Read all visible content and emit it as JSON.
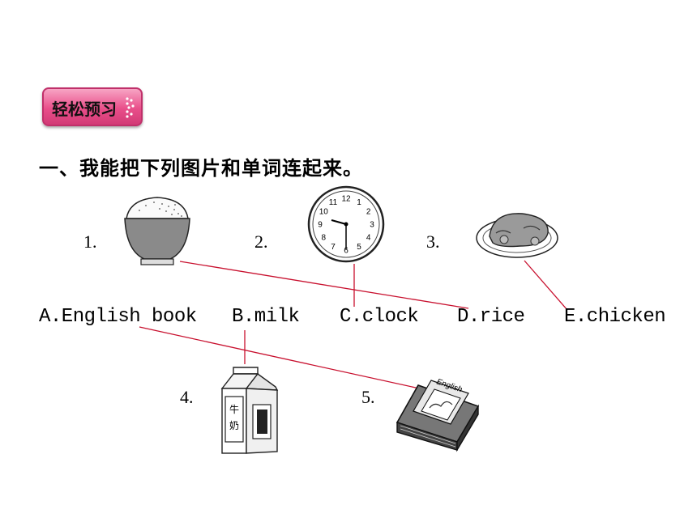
{
  "badge": {
    "label": "轻松预习",
    "color": "#e94f8a"
  },
  "instruction": "一、我能把下列图片和单词连起来。",
  "items": [
    {
      "number": "1.",
      "picture": "rice-bowl-icon"
    },
    {
      "number": "2.",
      "picture": "clock-icon"
    },
    {
      "number": "3.",
      "picture": "chicken-plate-icon"
    },
    {
      "number": "4.",
      "picture": "milk-carton-icon",
      "carton_text": "牛奶"
    },
    {
      "number": "5.",
      "picture": "english-book-icon",
      "cover_text": "English"
    }
  ],
  "words": [
    {
      "letter": "A",
      "text": "A.English book"
    },
    {
      "letter": "B",
      "text": "B.milk"
    },
    {
      "letter": "C",
      "text": "C.clock"
    },
    {
      "letter": "D",
      "text": "D.rice"
    },
    {
      "letter": "E",
      "text": "E.chicken"
    }
  ],
  "clock_face": [
    "12",
    "1",
    "2",
    "3",
    "4",
    "5",
    "6",
    "7",
    "8",
    "9",
    "10",
    "11"
  ],
  "connections": [
    {
      "picture": "1.",
      "word": "D"
    },
    {
      "picture": "2.",
      "word": "C"
    },
    {
      "picture": "3.",
      "word": "E"
    },
    {
      "picture": "4.",
      "word": "B"
    },
    {
      "picture": "5.",
      "word": "A"
    }
  ],
  "line_color": "#c8102e"
}
